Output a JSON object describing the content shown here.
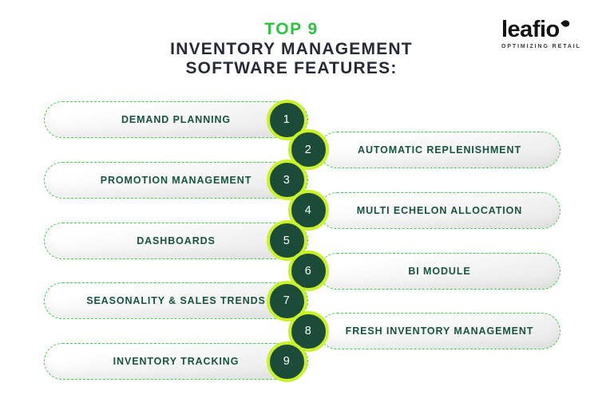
{
  "title": {
    "top": "TOP 9",
    "line1": "INVENTORY MANAGEMENT",
    "line2": "SOFTWARE FEATURES:"
  },
  "logo": {
    "wordmark": "leafio",
    "tagline": "OPTIMIZING RETAIL"
  },
  "features": [
    {
      "number": "1",
      "label": "DEMAND PLANNING",
      "side": "left"
    },
    {
      "number": "2",
      "label": "AUTOMATIC REPLENISHMENT",
      "side": "right"
    },
    {
      "number": "3",
      "label": "PROMOTION MANAGEMENT",
      "side": "left"
    },
    {
      "number": "4",
      "label": "MULTI ECHELON ALLOCATION",
      "side": "right"
    },
    {
      "number": "5",
      "label": "DASHBOARDS",
      "side": "left"
    },
    {
      "number": "6",
      "label": "BI MODULE",
      "side": "right"
    },
    {
      "number": "7",
      "label": "SEASONALITY & SALES TRENDS",
      "side": "left"
    },
    {
      "number": "8",
      "label": "FRESH INVENTORY MANAGEMENT",
      "side": "right"
    },
    {
      "number": "9",
      "label": "INVENTORY TRACKING",
      "side": "left"
    }
  ],
  "colors": {
    "green_accent": "#2bc43d",
    "dash_green": "#3fd04c",
    "dark_green": "#1d4b3a",
    "lime_ring": "#c9f229",
    "title_dark": "#262b39",
    "pill_text": "#16543f"
  }
}
